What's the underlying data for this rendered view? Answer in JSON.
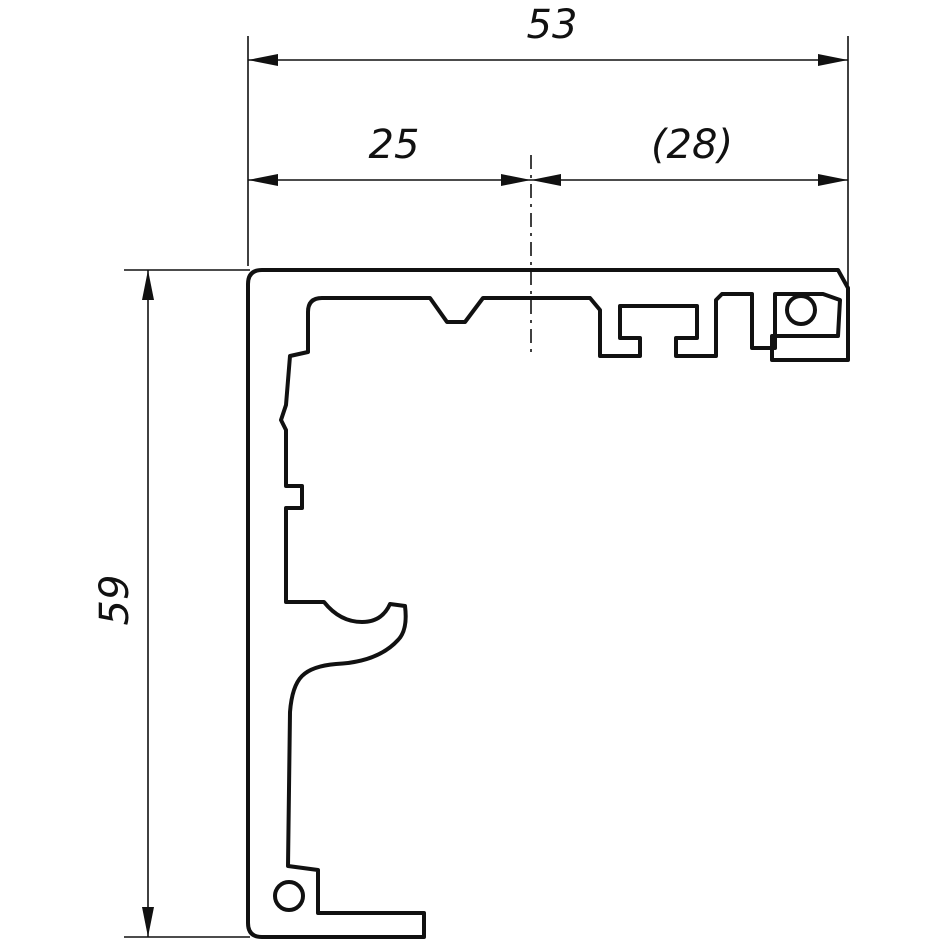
{
  "dimensions": {
    "overall_width": "53",
    "left_part": "25",
    "right_part": "(28)",
    "height": "59"
  },
  "colors": {
    "line": "#111111",
    "background": "#ffffff"
  }
}
